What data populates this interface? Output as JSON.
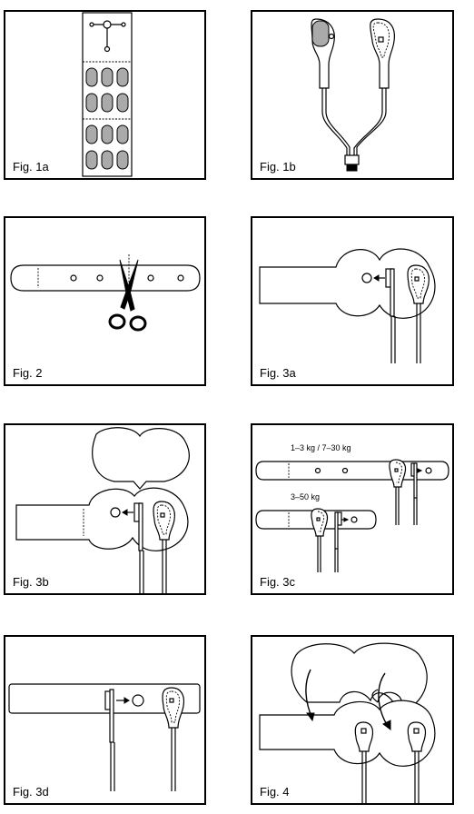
{
  "figures": {
    "fig1a": {
      "label": "Fig. 1a"
    },
    "fig1b": {
      "label": "Fig. 1b"
    },
    "fig2": {
      "label": "Fig. 2"
    },
    "fig3a": {
      "label": "Fig. 3a"
    },
    "fig3b": {
      "label": "Fig. 3b"
    },
    "fig3c": {
      "label": "Fig. 3c",
      "annotations": {
        "top_weight": "1–3 kg / 7–30 kg",
        "bottom_weight": "3–50 kg"
      }
    },
    "fig3d": {
      "label": "Fig. 3d"
    },
    "fig4": {
      "label": "Fig. 4"
    }
  }
}
